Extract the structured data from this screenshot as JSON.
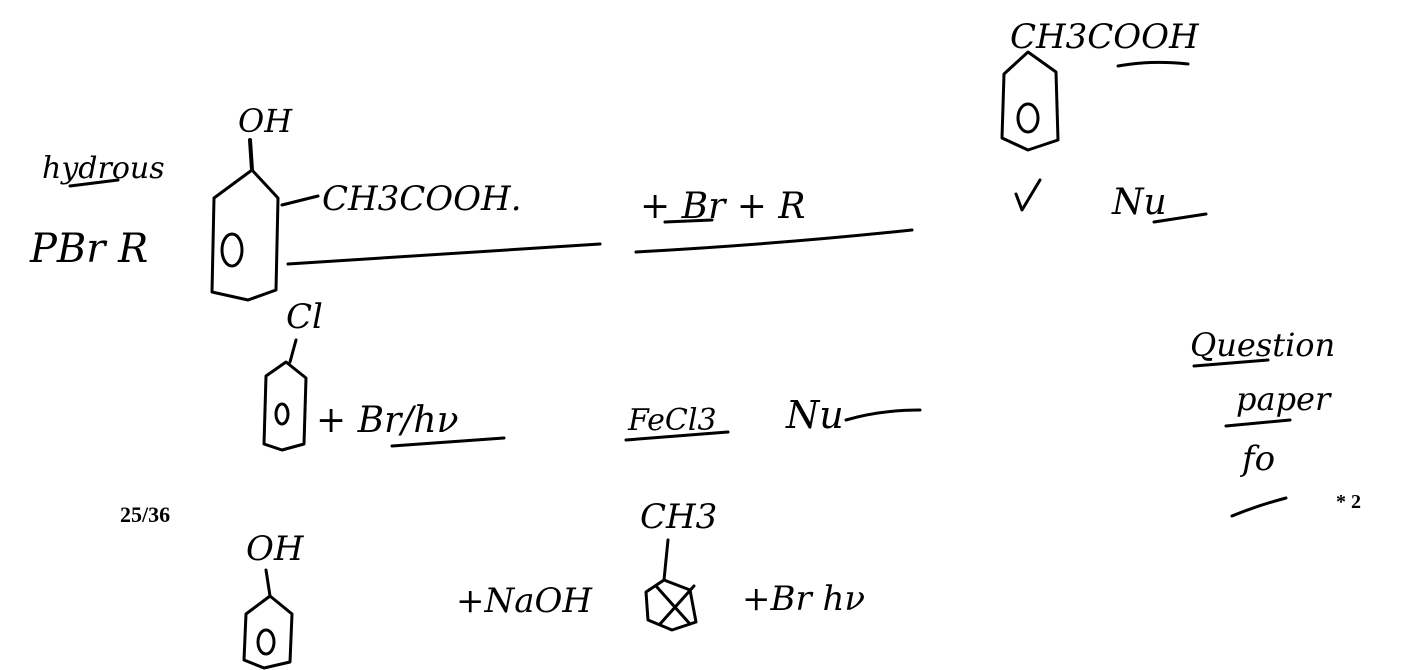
{
  "page_label": "25/36",
  "footnote_mark": "* 2",
  "notes": {
    "ch3cooh_top": "CH3COOH",
    "hydrous": "hydrous",
    "oh_top": "OH",
    "pbr_reagent": "PBr R",
    "ch3cooh_mid": "CH3COOH.",
    "plus_br_r": "+ Br + R",
    "nu": "Nu",
    "cl": "Cl",
    "br_hv": "+ Br/hν",
    "fecl3": "FeCl3",
    "question": "Question",
    "paper": "paper",
    "fo": "fo",
    "oh_bottom": "OH",
    "ch3": "CH3",
    "naoh": "+NaOH",
    "br_hv_bottom": "+Br hν"
  }
}
